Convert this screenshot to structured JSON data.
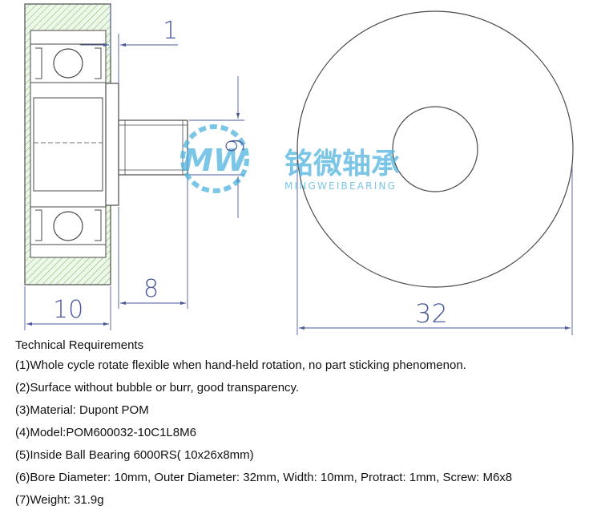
{
  "drawing": {
    "dimensions": {
      "width": "10",
      "protract": "1",
      "thread": "6",
      "screw_length": "8",
      "outer_diameter": "32"
    },
    "colors": {
      "outline": "#4a4a4a",
      "dimension": "#4a5a9a",
      "hatch": "#67b64f",
      "hatch_fill": "#eef7ea",
      "ball": "#ffffff"
    }
  },
  "watermark": {
    "brand_cn": "铭微轴承",
    "brand_en": "MINGWEIBEARING",
    "mark": "MW",
    "color": "#4fb3e0"
  },
  "specs": {
    "title": "Technical Requirements",
    "lines": [
      "(1)Whole cycle rotate flexible when hand-held rotation, no part sticking phenomenon.",
      "(2)Surface without bubble or burr, good transparency.",
      "(3)Material: Dupont POM",
      "(4)Model:POM600032-10C1L8M6",
      "(5)Inside Ball Bearing 6000RS( 10x26x8mm)",
      "(6)Bore Diameter: 10mm, Outer Diameter: 32mm, Width: 10mm, Protract: 1mm, Screw: M6x8",
      "(7)Weight: 31.9g"
    ]
  }
}
